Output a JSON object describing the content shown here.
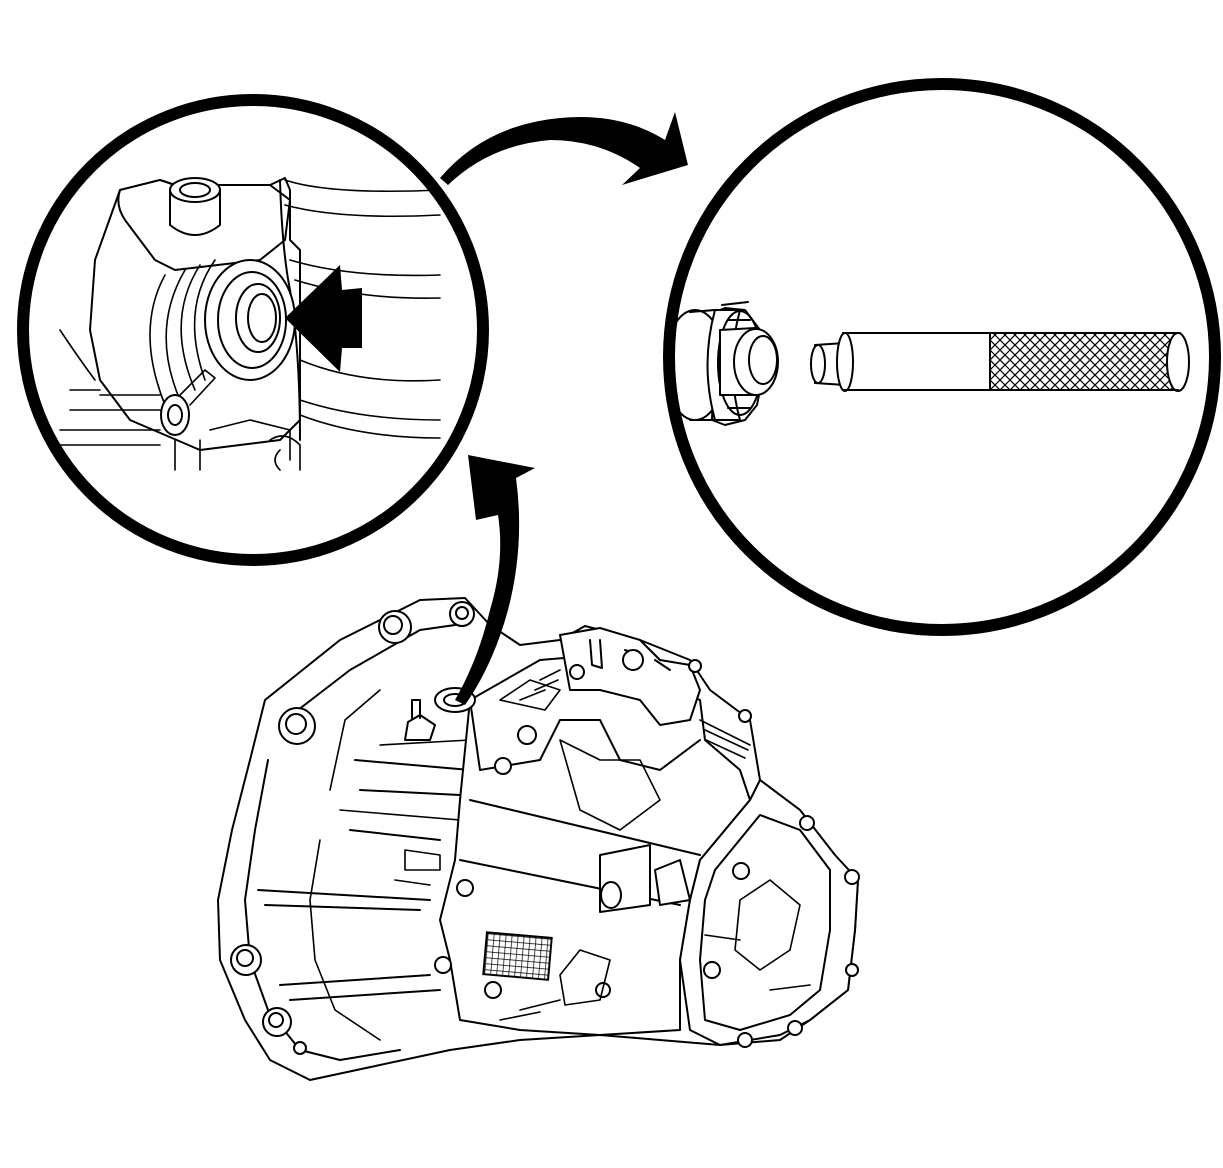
{
  "figure": {
    "kind": "service-manual line illustration",
    "colors": {
      "ink": "#000000",
      "paper": "#ffffff"
    },
    "callouts": [
      {
        "name": "detail-view-seal-location",
        "icon": "callout-circle"
      },
      {
        "name": "detail-view-seal-and-installer",
        "icon": "callout-circle"
      }
    ],
    "arrows": [
      {
        "name": "pointer-arrow-to-seal",
        "icon": "solid-arrow-left"
      },
      {
        "name": "transmission-to-detail-arrow",
        "icon": "curved-arrow-up"
      },
      {
        "name": "detail-to-detail-arrow",
        "icon": "curved-arrow-right"
      }
    ]
  }
}
